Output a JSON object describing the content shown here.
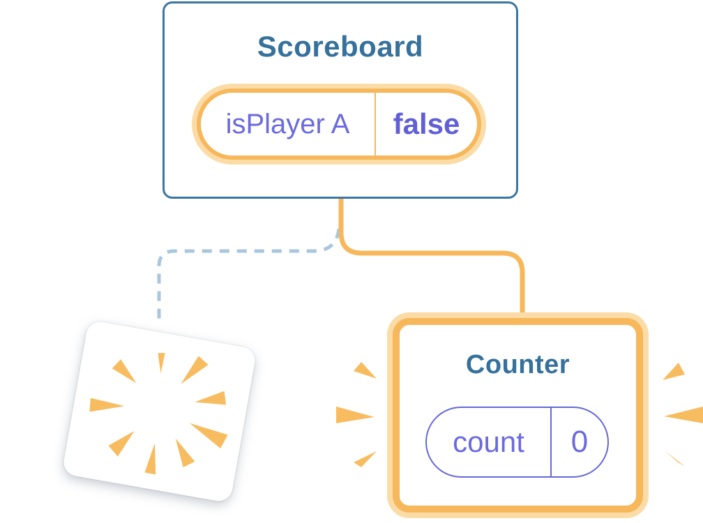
{
  "illustration": {
    "description": "React component tree diagram: Scoreboard parent keeps state while a child is destroyed and a new Counter child is created",
    "colors": {
      "background": "#FFFFFF",
      "accent_orange": "#F7B75B",
      "accent_orange_light": "#FBDCA6",
      "card_border_blue": "#3B76A2",
      "title_teal": "#36719B",
      "state_purple": "#6B6ADF",
      "pill_border_purple": "#6568D8",
      "dashed_line_blue": "#A9C6DC"
    },
    "scoreboard": {
      "title": "Scoreboard",
      "state_label": "isPlayer A",
      "state_value": "false"
    },
    "counter": {
      "title": "Counter",
      "state_label": "count",
      "state_value": "0"
    }
  }
}
